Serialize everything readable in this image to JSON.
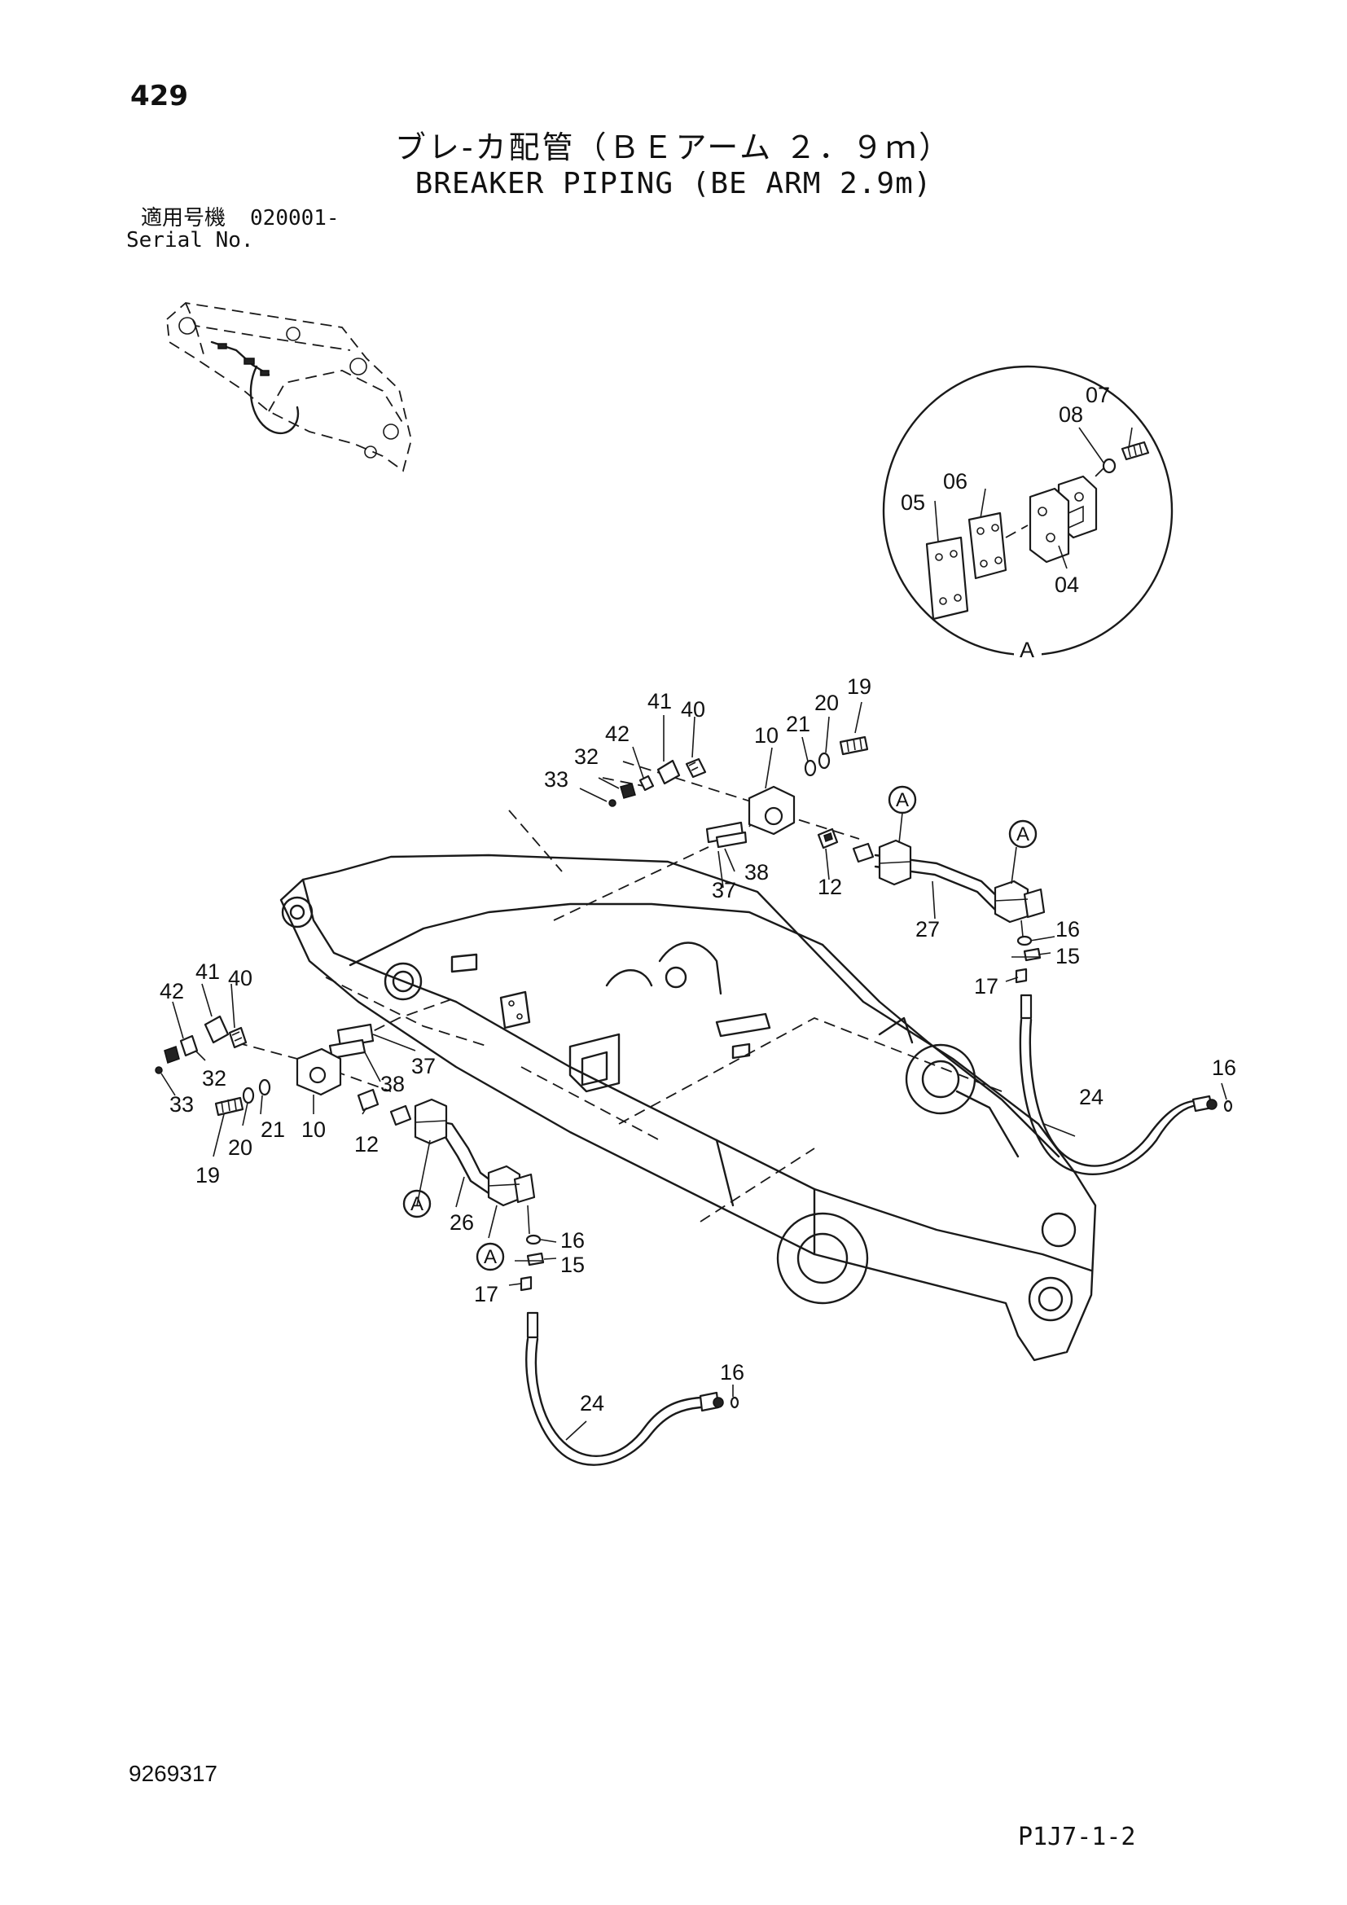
{
  "page_number": "429",
  "title_jp": "ブレ-カ配管（ＢＥアーム ２．９ｍ）",
  "title_en": "BREAKER PIPING (BE ARM 2.9m)",
  "serial_label_jp": "適用号機",
  "serial_range": "020001-",
  "serial_label_en": "Serial No.",
  "detail_marker": "A",
  "detail_labels": [
    "07",
    "08",
    "06",
    "05",
    "04"
  ],
  "upper_assembly_labels": [
    "19",
    "41",
    "40",
    "20",
    "42",
    "21",
    "10",
    "32",
    "33",
    "37",
    "38",
    "12",
    "27",
    "16",
    "15",
    "17"
  ],
  "lower_assembly_labels": [
    "41",
    "40",
    "42",
    "37",
    "32",
    "38",
    "33",
    "21",
    "10",
    "12",
    "20",
    "19",
    "26",
    "16",
    "15",
    "17"
  ],
  "hose_labels": [
    "24",
    "16",
    "24",
    "16"
  ],
  "doc_number": "9269317",
  "page_ref": "P1J7-1-2"
}
